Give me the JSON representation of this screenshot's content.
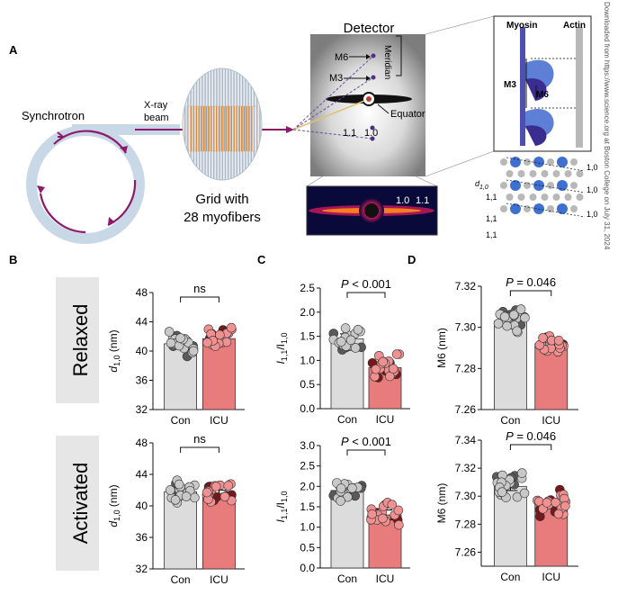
{
  "panel_letters": [
    "A",
    "B",
    "C",
    "D"
  ],
  "schematic": {
    "synchrotron": "Synchrotron",
    "xray_line1": "X-ray",
    "xray_line2": "beam",
    "grid_line1": "Grid with",
    "grid_line2": "28 myofibers",
    "detector": "Detector",
    "meridian": "Meridian",
    "equator": "Equator",
    "m6": "M6",
    "m3": "M3",
    "r11": "1.1",
    "r10": "1.0",
    "inset_10": "1.0",
    "inset_11": "1.1",
    "myosin": "Myosin",
    "actin": "Actin",
    "lattice_d": "d",
    "lattice_d_sub": "1,0",
    "lattice_labels": [
      "1,0",
      "1,0",
      "1,0",
      "1,1",
      "1,1",
      "1,1"
    ],
    "side_text": "Downloaded from https://www.science.org at Boston College on July 31, 2024"
  },
  "row_labels": {
    "relaxed": "Relaxed",
    "activated": "Activated"
  },
  "colors": {
    "con_bar": "#dcdcdc",
    "icu_bar": "#e87b7b",
    "con_light": "#c8c8c8",
    "con_dark": "#5a5a5a",
    "icu_light": "#f09090",
    "icu_dark": "#7a1518",
    "row_label_bg": "#e6e6e6",
    "beam": "#8b1a6b"
  },
  "chart_data": [
    {
      "id": "B_relaxed",
      "type": "bar",
      "categories": [
        "Con",
        "ICU"
      ],
      "values": [
        41.0,
        41.7
      ],
      "errors": [
        0.35,
        0.35
      ],
      "ylabel_main": "d",
      "ylabel_sub": "1,0",
      "ylabel_unit": " (nm)",
      "ylim": [
        32,
        48
      ],
      "yticks": [
        "32",
        "36",
        "40",
        "44",
        "48"
      ],
      "annotation": "ns",
      "grid": false
    },
    {
      "id": "C_relaxed",
      "type": "bar",
      "categories": [
        "Con",
        "ICU"
      ],
      "values": [
        1.45,
        0.85
      ],
      "errors": [
        0.1,
        0.08
      ],
      "ylabel_main": "I",
      "ylabel_sub": "1,1",
      "ylabel_unit": "/I",
      "ylabel_sub2": "1,0",
      "ylim": [
        0,
        2.5
      ],
      "yticks": [
        "0.0",
        "0.5",
        "1.0",
        "1.5",
        "2.0",
        "2.5"
      ],
      "annotation_p": "P",
      "annotation_rest": " < 0.001",
      "grid": false
    },
    {
      "id": "D_relaxed",
      "type": "bar",
      "categories": [
        "Con",
        "ICU"
      ],
      "values": [
        7.303,
        7.292
      ],
      "errors": [
        0.003,
        0.003
      ],
      "ylabel_main": "M6 (nm)",
      "ylim": [
        7.26,
        7.32
      ],
      "yticks": [
        "7.26",
        "7.28",
        "7.30",
        "7.32"
      ],
      "annotation_p": "P",
      "annotation_rest": " = 0.046",
      "grid": false
    },
    {
      "id": "B_activated",
      "type": "bar",
      "categories": [
        "Con",
        "ICU"
      ],
      "values": [
        41.8,
        41.6
      ],
      "errors": [
        0.7,
        0.4
      ],
      "ylabel_main": "d",
      "ylabel_sub": "1,0",
      "ylabel_unit": " (nm)",
      "ylim": [
        32,
        48
      ],
      "yticks": [
        "32",
        "36",
        "40",
        "44",
        "48"
      ],
      "annotation": "ns",
      "grid": false
    },
    {
      "id": "C_activated",
      "type": "bar",
      "categories": [
        "Con",
        "ICU"
      ],
      "values": [
        1.9,
        1.3
      ],
      "errors": [
        0.12,
        0.12
      ],
      "ylabel_main": "I",
      "ylabel_sub": "1,1",
      "ylabel_unit": "/I",
      "ylabel_sub2": "1,0",
      "ylim": [
        0,
        3.0
      ],
      "yticks": [
        "0.0",
        "0.5",
        "1.0",
        "1.5",
        "2.0",
        "2.5",
        "3.0"
      ],
      "annotation_p": "P",
      "annotation_rest": " < 0.001",
      "grid": false
    },
    {
      "id": "D_activated",
      "type": "bar",
      "categories": [
        "Con",
        "ICU"
      ],
      "values": [
        7.307,
        7.294
      ],
      "errors": [
        0.003,
        0.003
      ],
      "ylabel_main": "M6 (nm)",
      "ylim": [
        7.25,
        7.34
      ],
      "yticks": [
        "7.26",
        "7.28",
        "7.30",
        "7.32",
        "7.34"
      ],
      "annotation_p": "P",
      "annotation_rest": " = 0.046",
      "grid": false
    }
  ]
}
